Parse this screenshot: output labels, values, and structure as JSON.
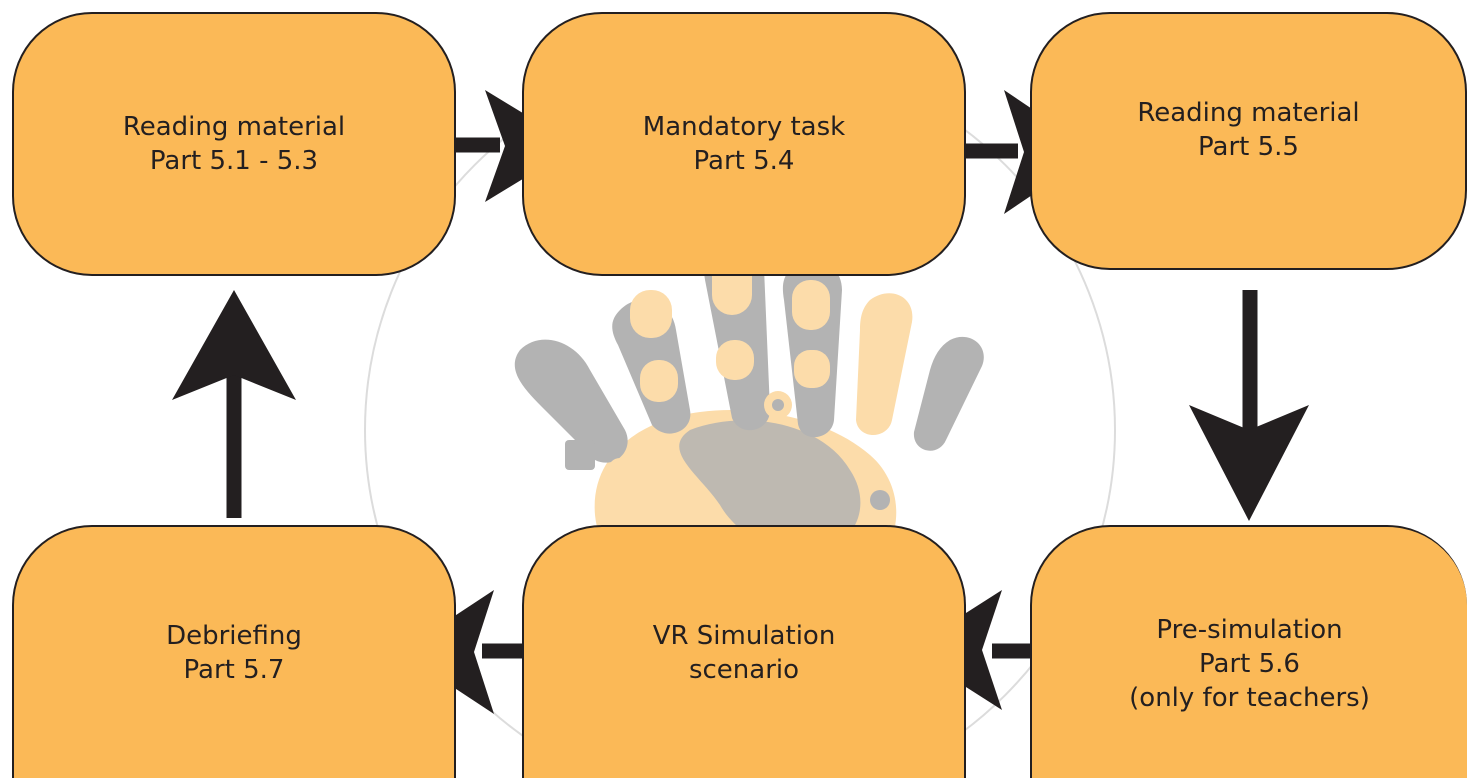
{
  "diagram": {
    "colors": {
      "box_fill": "#fbb957",
      "box_stroke": "#231f20",
      "arrow": "#231f20",
      "text": "#231f20",
      "watermark_gray": "#b3b3b3",
      "watermark_peach": "#fcdcaa",
      "watermark_ring": "#dcdcdc"
    },
    "steps": [
      {
        "id": "reading-5-1-5-3",
        "lines": [
          "Reading material",
          "Part 5.1 - 5.3"
        ]
      },
      {
        "id": "mandatory-task-5-4",
        "lines": [
          "Mandatory task",
          "Part 5.4"
        ]
      },
      {
        "id": "reading-5-5",
        "lines": [
          "Reading material",
          "Part 5.5"
        ]
      },
      {
        "id": "pre-simulation-5-6",
        "lines": [
          "Pre-simulation",
          "Part 5.6",
          "(only for teachers)"
        ]
      },
      {
        "id": "vr-simulation",
        "lines": [
          "VR Simulation",
          "scenario"
        ]
      },
      {
        "id": "debriefing-5-7",
        "lines": [
          "Debriefing",
          "Part 5.7"
        ]
      }
    ],
    "flow": [
      {
        "from": "reading-5-1-5-3",
        "to": "mandatory-task-5-4",
        "direction": "right"
      },
      {
        "from": "mandatory-task-5-4",
        "to": "reading-5-5",
        "direction": "right"
      },
      {
        "from": "reading-5-5",
        "to": "pre-simulation-5-6",
        "direction": "down"
      },
      {
        "from": "pre-simulation-5-6",
        "to": "vr-simulation",
        "direction": "left"
      },
      {
        "from": "vr-simulation",
        "to": "debriefing-5-7",
        "direction": "left"
      },
      {
        "from": "debriefing-5-7",
        "to": "reading-5-1-5-3",
        "direction": "up"
      }
    ],
    "watermark": {
      "icon": "handprint-icon"
    }
  }
}
